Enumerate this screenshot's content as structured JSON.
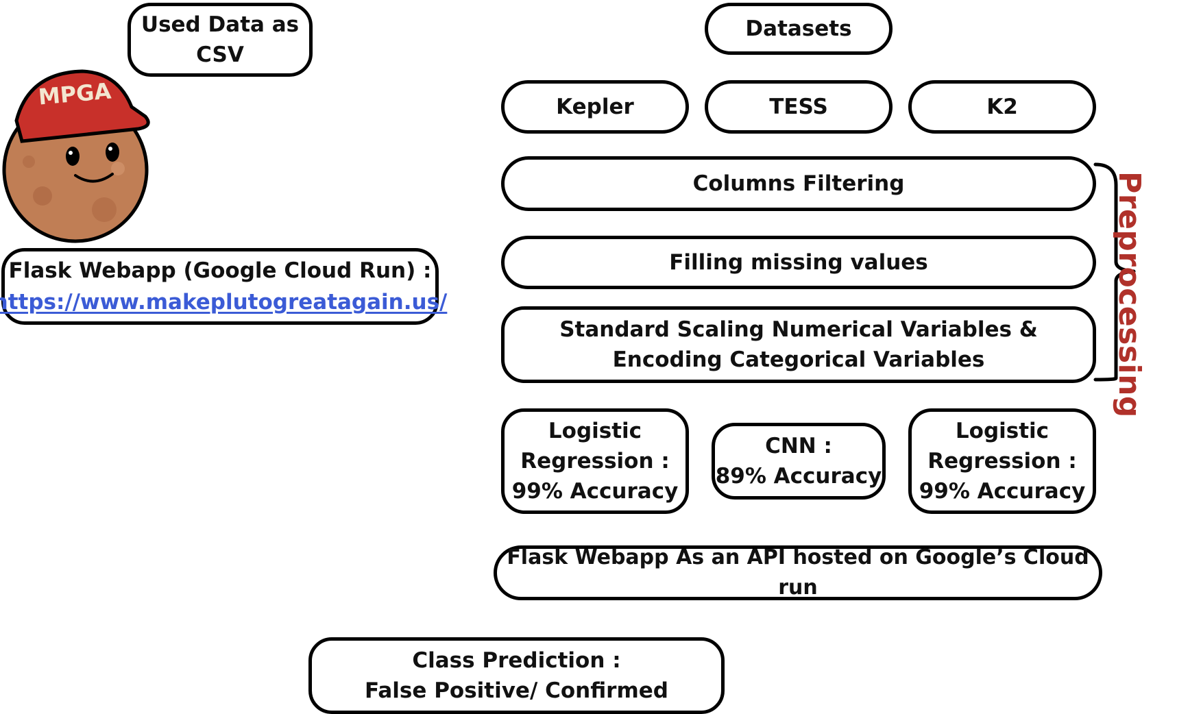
{
  "csv_note": {
    "line1": "Used Data as",
    "line2": "CSV"
  },
  "mascot": {
    "cap_text": "MPGA",
    "cap_color": "#c8302a",
    "planet_color": "#c07e55",
    "icon": "pluto-mascot-icon"
  },
  "webapp_info": {
    "title": "Flask Webapp (Google Cloud Run) :",
    "url": "https://www.makeplutogreatagain.us/"
  },
  "datasets": {
    "title": "Datasets",
    "items": [
      "Kepler",
      "TESS",
      "K2"
    ]
  },
  "preprocessing": {
    "label": "Preprocessing",
    "label_color": "#b0312a",
    "steps": [
      {
        "line1": "Columns Filtering"
      },
      {
        "line1": "Filling missing values"
      },
      {
        "line1": "Standard Scaling Numerical Variables &",
        "line2": "Encoding Categorical Variables"
      }
    ]
  },
  "models": [
    {
      "line1": "Logistic",
      "line2": "Regression :",
      "line3": "99% Accuracy"
    },
    {
      "line1": "CNN :",
      "line2": "89% Accuracy"
    },
    {
      "line1": "Logistic",
      "line2": "Regression :",
      "line3": "99% Accuracy"
    }
  ],
  "api": {
    "text": "Flask Webapp As an API hosted on Google’s Cloud run"
  },
  "prediction": {
    "line1": "Class Prediction :",
    "line2": "False Positive/ Confirmed"
  }
}
